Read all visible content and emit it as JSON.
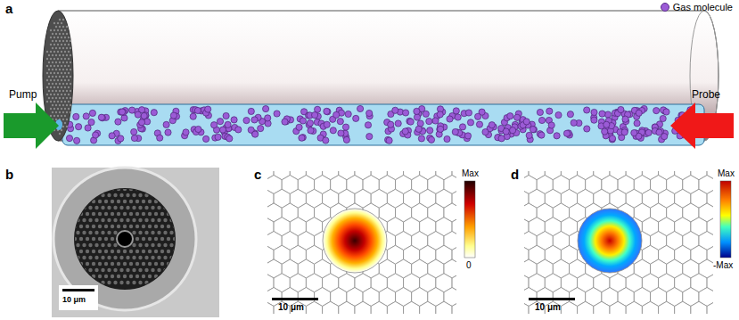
{
  "diagram": {
    "labels": [
      "a",
      "Pump",
      "Probe",
      "b",
      "10 μm",
      "c",
      "Max",
      "0",
      "10 μm",
      "d",
      "Max",
      "-Max",
      "10 μm"
    ],
    "legend": [
      {
        "text": "Gas molecule",
        "color": "#9b5bd6"
      }
    ]
  }
}
